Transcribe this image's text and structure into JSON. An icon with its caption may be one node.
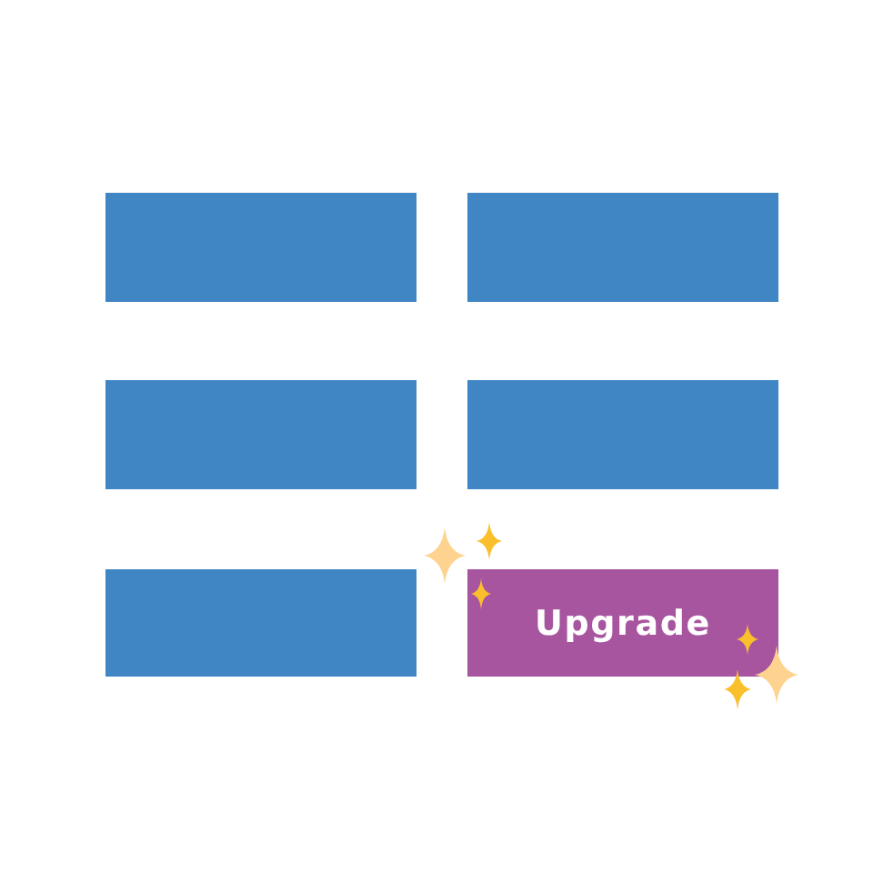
{
  "diagram": {
    "nodes": [
      {
        "text": [],
        "shape": "box"
      },
      {
        "text": [],
        "shape": "box"
      },
      {
        "text": [],
        "shape": "box"
      },
      {
        "text": [],
        "shape": "box"
      },
      {
        "text": [],
        "shape": "box"
      },
      {
        "text": [
          "Upgrade"
        ]
      }
    ]
  }
}
